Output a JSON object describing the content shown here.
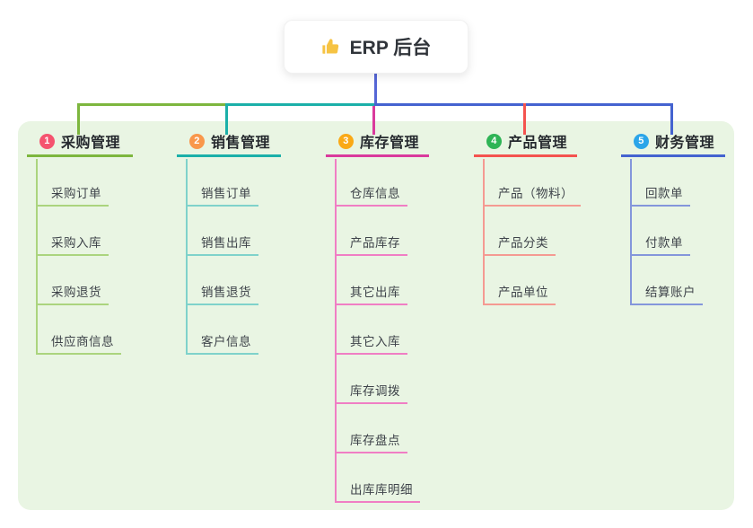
{
  "root": {
    "title": "ERP 后台",
    "icon": "thumbs-up-icon"
  },
  "branches": [
    {
      "badge": "1",
      "label": "采购管理",
      "badge_color": "#F5536F",
      "line_color": "#7DB63E",
      "light_color": "#ABD47E",
      "children": [
        "采购订单",
        "采购入库",
        "采购退货",
        "供应商信息"
      ]
    },
    {
      "badge": "2",
      "label": "销售管理",
      "badge_color": "#F9974B",
      "line_color": "#1BB0A9",
      "light_color": "#7FD2CB",
      "children": [
        "销售订单",
        "销售出库",
        "销售退货",
        "客户信息"
      ]
    },
    {
      "badge": "3",
      "label": "库存管理",
      "badge_color": "#FAA916",
      "line_color": "#DA3A9D",
      "light_color": "#F07EC4",
      "children": [
        "仓库信息",
        "产品库存",
        "其它出库",
        "其它入库",
        "库存调拨",
        "库存盘点",
        "出库库明细"
      ]
    },
    {
      "badge": "4",
      "label": "产品管理",
      "badge_color": "#2FB456",
      "line_color": "#F4534F",
      "light_color": "#F59A92",
      "children": [
        "产品（物料）",
        "产品分类",
        "产品单位"
      ]
    },
    {
      "badge": "5",
      "label": "财务管理",
      "badge_color": "#2BA5E9",
      "line_color": "#4463D0",
      "light_color": "#8496DB",
      "children": [
        "回款单",
        "付款单",
        "结算账户"
      ]
    }
  ],
  "colors": {
    "canvas_bg": "#FFFFFF",
    "panel_bg": "#E9F5E3",
    "root_line": "#5566D6",
    "title_text": "#262A2F",
    "child_text": "#3E434A"
  }
}
